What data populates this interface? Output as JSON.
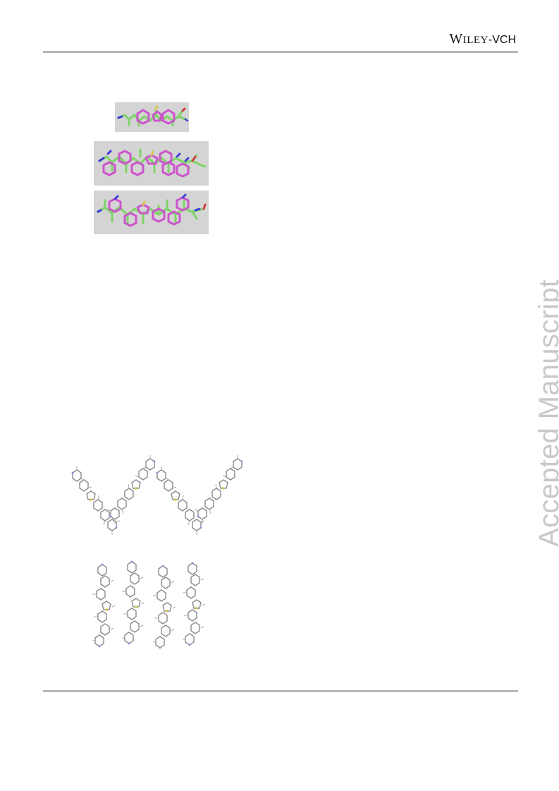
{
  "header": {
    "publisher_initial": "W",
    "publisher_rest": "ILEY",
    "publisher_suffix": "-VCH"
  },
  "watermark": {
    "text": "Accepted Manuscript"
  },
  "colors": {
    "rule": "#b6b6b6",
    "watermark": "#c8c8c8",
    "panel_bg": "#d4d4d4",
    "carbon_green": "#7fd36a",
    "carbon_magenta": "#cc55cc",
    "nitrogen": "#3a3ad8",
    "sulfur": "#d8c84a",
    "oxygen": "#d03a3a",
    "crystal_carbon": "#8a8a8a",
    "crystal_nitrogen": "#8a8ad6",
    "crystal_sulfur": "#d2c24a"
  }
}
